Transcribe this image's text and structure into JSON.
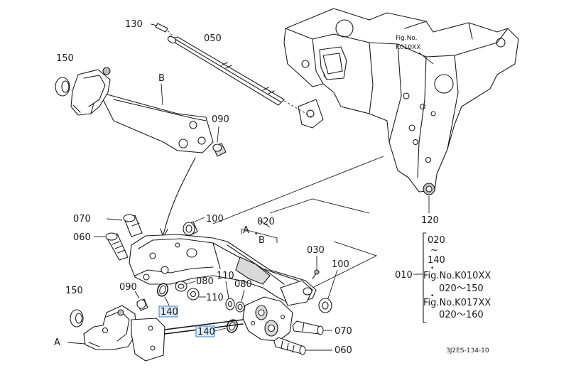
{
  "labels": {
    "p130": "130",
    "p050": "050",
    "p150_top": "150",
    "b_top": "B",
    "p090_top": "090",
    "fig_no": "Fig.No.",
    "fig_k010xx": "K010XX",
    "p120": "120",
    "p070_left": "070",
    "p100_left": "100",
    "p060_left": "060",
    "p020": "020",
    "a_mid": "A",
    "b_mid": "B",
    "p030": "030",
    "p100_right": "100",
    "p080_left": "080",
    "p110_left": "110",
    "p110_mid": "110",
    "p080_mid": "080",
    "p150_bottom": "150",
    "p090_bottom": "090",
    "p140_left": "140",
    "p140_right": "140",
    "p070_right": "070",
    "p060_right": "060",
    "a_bottom": "A",
    "figure_code": "3J2ES-134-10"
  },
  "range_note": {
    "ref": "010",
    "lines": [
      "020",
      "~",
      "140",
      "Fig.No.K010XX",
      "020～150",
      "Fig.No.K017XX",
      "020～160"
    ]
  },
  "colors": {
    "line": "#1a1a1a",
    "highlight_fill": "#dcebf9",
    "highlight_border": "#3c7fc4"
  }
}
